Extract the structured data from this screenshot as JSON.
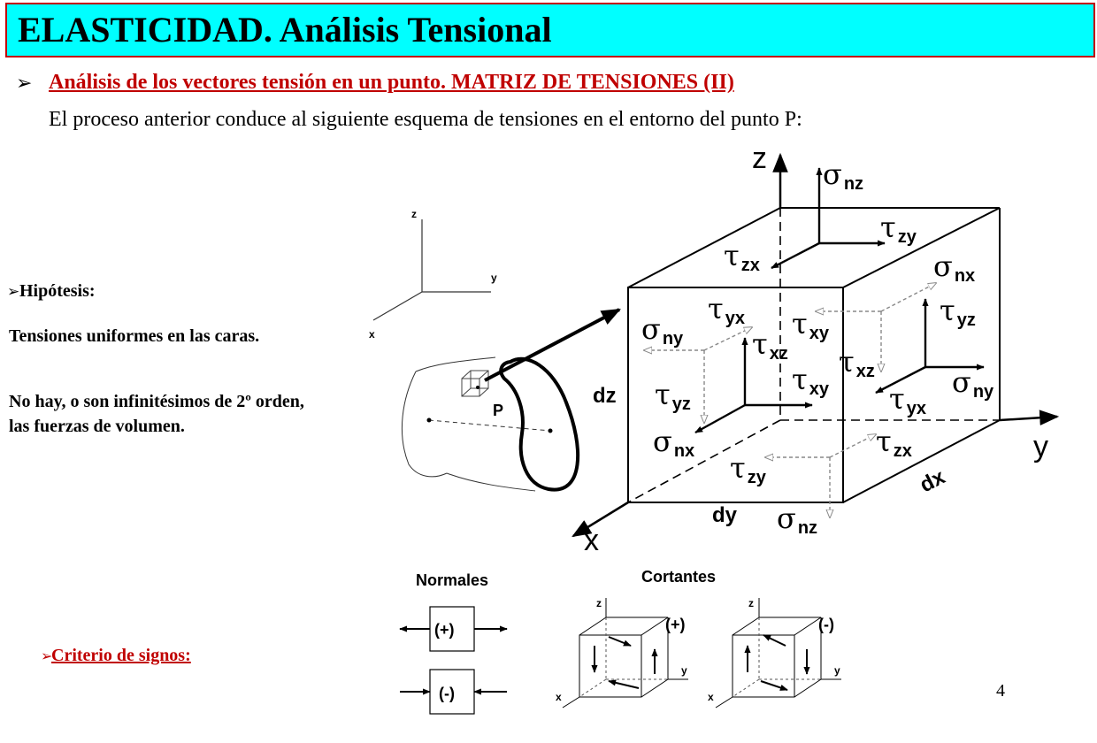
{
  "title": "ELASTICIDAD. Análisis Tensional",
  "section": {
    "heading": "Análisis de los vectores tensión en un punto. MATRIZ DE TENSIONES (II)",
    "intro": "El proceso anterior conduce al siguiente esquema de tensiones en el entorno del punto P:"
  },
  "hipotesis": {
    "title": "Hipótesis:",
    "lines": [
      "Tensiones uniformes en las caras.",
      "No hay, o son infinitésimos de 2º orden, las fuerzas de volumen."
    ]
  },
  "criterio": "Criterio de signos:",
  "page_number": "4",
  "diagram": {
    "small_axes": {
      "z": "z",
      "y": "y",
      "x": "x"
    },
    "body_point": "P",
    "axes": {
      "z": "z",
      "y": "y",
      "x": "x"
    },
    "dims": {
      "dz": "dz",
      "dy": "dy",
      "dx": "dx"
    },
    "sigma": "σ",
    "tau": "τ",
    "subs": {
      "nz_top": "nz",
      "zy_top": "zy",
      "zx_top": "zx",
      "nx_back": "nx",
      "yx_left": "yx",
      "ny_left": "ny",
      "xz_front": "xz",
      "xy_front_up": "xy",
      "yz_right": "yz",
      "xz_right": "xz",
      "ny_right": "ny",
      "xy_front": "xy",
      "yz_left": "yz",
      "yx_right": "yx",
      "nx_front": "nx",
      "zx_bottom": "zx",
      "zy_bottom": "zy",
      "nz_bottom": "nz"
    },
    "legend": {
      "normales_title": "Normales",
      "cortantes_title": "Cortantes",
      "plus": "(+)",
      "minus": "(-)",
      "z": "z",
      "y": "y",
      "x": "x"
    }
  }
}
